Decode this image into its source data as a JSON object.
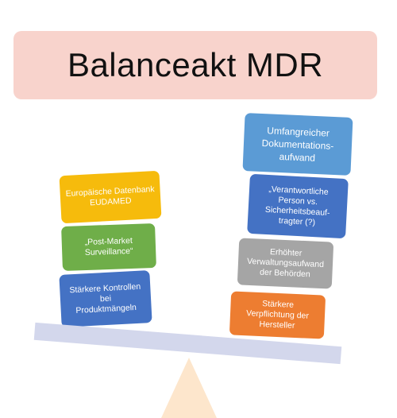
{
  "title": "Balanceakt MDR",
  "left_blocks": [
    {
      "text": "Europäische Datenbank\nEUDAMED",
      "color": "#f6bb0c"
    },
    {
      "text": "„Post-Market\nSurveillance“",
      "color": "#6fae49"
    },
    {
      "text": "Stärkere Kontrollen\nbei\nProduktmängeln",
      "color": "#4472c4"
    }
  ],
  "right_blocks": [
    {
      "text": "Umfangreicher\nDokumentations-\naufwand",
      "color": "#5b9bd5"
    },
    {
      "text": "„Verantwortliche\nPerson vs.\nSicherheitsbeauf-\ntragter (?)",
      "color": "#4472c4"
    },
    {
      "text": "Erhöhter\nVerwaltungsaufwand\nder Behörden",
      "color": "#a5a5a5"
    },
    {
      "text": "Stärkere\nVerpflichtung der\nHersteller",
      "color": "#ed7d31"
    }
  ],
  "colors": {
    "title_bg": "#f8d3cc",
    "beam": "#d3d7ec",
    "fulcrum": "#fde6cc"
  }
}
